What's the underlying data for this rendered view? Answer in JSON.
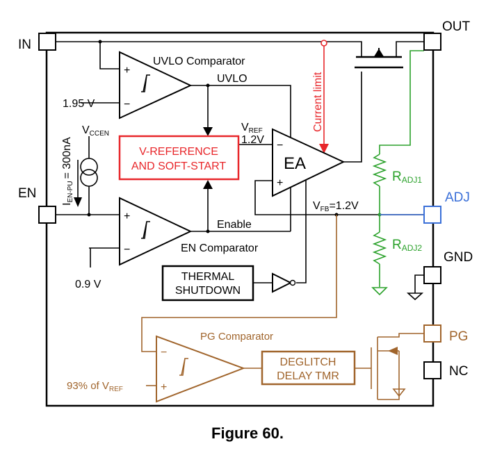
{
  "caption": "Figure 60.",
  "colors": {
    "black": "#000000",
    "red": "#e8262a",
    "green": "#2aa12a",
    "blue": "#3a6fd8",
    "brown": "#a0642b"
  },
  "pins": {
    "in": "IN",
    "out": "OUT",
    "en": "EN",
    "adj": "ADJ",
    "gnd": "GND",
    "pg": "PG",
    "nc": "NC"
  },
  "uvlo": {
    "title": "UVLO Comparator",
    "output_label": "UVLO",
    "threshold": "1.95 V"
  },
  "en_comp": {
    "title": "EN Comparator",
    "output_label": "Enable",
    "threshold": "0.9 V"
  },
  "pullup": {
    "vccen_main": "V",
    "vccen_sub": "CCEN",
    "current_main": "I",
    "current_sub": "EN-PU",
    "current_value": "= 300nA"
  },
  "vref_block": {
    "line1": "V-REFERENCE",
    "line2": "AND SOFT-START"
  },
  "vref_label": {
    "main": "V",
    "sub": "REF",
    "value": "1.2V"
  },
  "ea": {
    "label": "EA",
    "minus": "−",
    "plus": "+"
  },
  "current_limit": "Current limit",
  "vfb": {
    "main": "V",
    "sub": "FB",
    "value": "=1.2V"
  },
  "thermal": {
    "line1": "THERMAL",
    "line2": "SHUTDOWN"
  },
  "radj1": {
    "main": "R",
    "sub": "ADJ1"
  },
  "radj2": {
    "main": "R",
    "sub": "ADJ2"
  },
  "pg_comp": {
    "title": "PG Comparator",
    "ref_main": "93% of V",
    "ref_sub": "REF"
  },
  "deglitch": {
    "line1": "DEGLITCH",
    "line2": "DELAY TMR"
  }
}
